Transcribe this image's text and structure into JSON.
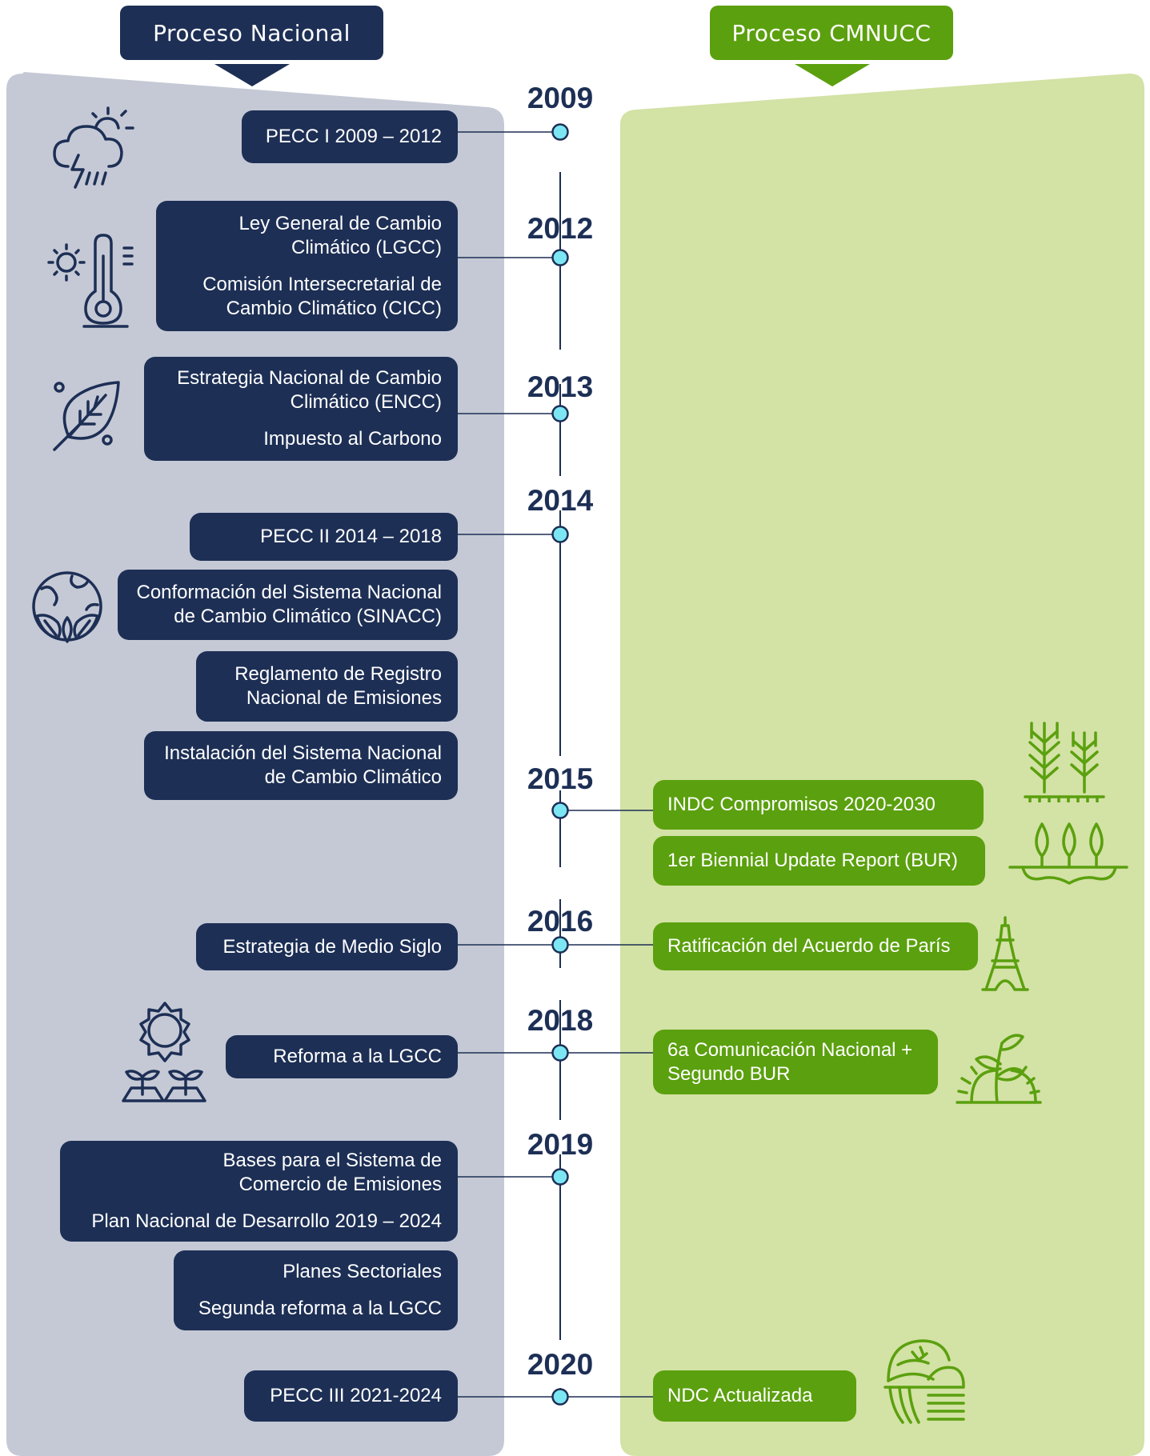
{
  "headers": {
    "national": "Proceso Nacional",
    "cmnucc": "Proceso CMNUCC"
  },
  "colors": {
    "navy": "#1d2f55",
    "green": "#5ba00e",
    "panel_gray": "#c5c9d5",
    "panel_green": "#d3e2a5",
    "node": "#7de6f3"
  },
  "years": [
    "2009",
    "2012",
    "2013",
    "2014",
    "2015",
    "2016",
    "2018",
    "2019",
    "2020"
  ],
  "national": {
    "pecc1": "PECC I 2009 – 2012",
    "lgcc_1": "Ley General de Cambio",
    "lgcc_2": "Climático (LGCC)",
    "cicc_1": "Comisión Intersecretarial de",
    "cicc_2": "Cambio Climático (CICC)",
    "encc_1": "Estrategia Nacional de Cambio",
    "encc_2": "Climático (ENCC)",
    "carbon_tax": "Impuesto al Carbono",
    "pecc2": "PECC II 2014 – 2018",
    "sinacc_1": "Conformación del Sistema Nacional",
    "sinacc_2": "de Cambio Climático (SINACC)",
    "reglamento_1": "Reglamento de Registro",
    "reglamento_2": "Nacional de Emisiones",
    "instalacion_1": "Instalación del Sistema Nacional",
    "instalacion_2": "de Cambio Climático",
    "medio_siglo": "Estrategia de Medio Siglo",
    "reforma": "Reforma a la LGCC",
    "bases_1": "Bases para el Sistema de",
    "bases_2": "Comercio de Emisiones",
    "pnd": "Plan Nacional de Desarrollo 2019 – 2024",
    "sectoriales": "Planes Sectoriales",
    "segunda_reforma": "Segunda reforma a la LGCC",
    "pecc3": "PECC III 2021-2024"
  },
  "cmnucc": {
    "indc": "INDC Compromisos 2020-2030",
    "bur1": "1er Biennial Update Report (BUR)",
    "paris": "Ratificación del Acuerdo de París",
    "comunicacion_1": "6a Comunicación Nacional +",
    "comunicacion_2": "Segundo BUR",
    "ndc": "NDC Actualizada"
  },
  "icons": [
    "storm-cloud-icon",
    "thermometer-sun-icon",
    "leaf-icon",
    "earth-leaves-icon",
    "sun-sprouts-icon",
    "wheat-icon",
    "trees-landscape-icon",
    "eiffel-tower-icon",
    "sprout-sunrise-icon",
    "farm-fields-icon"
  ]
}
